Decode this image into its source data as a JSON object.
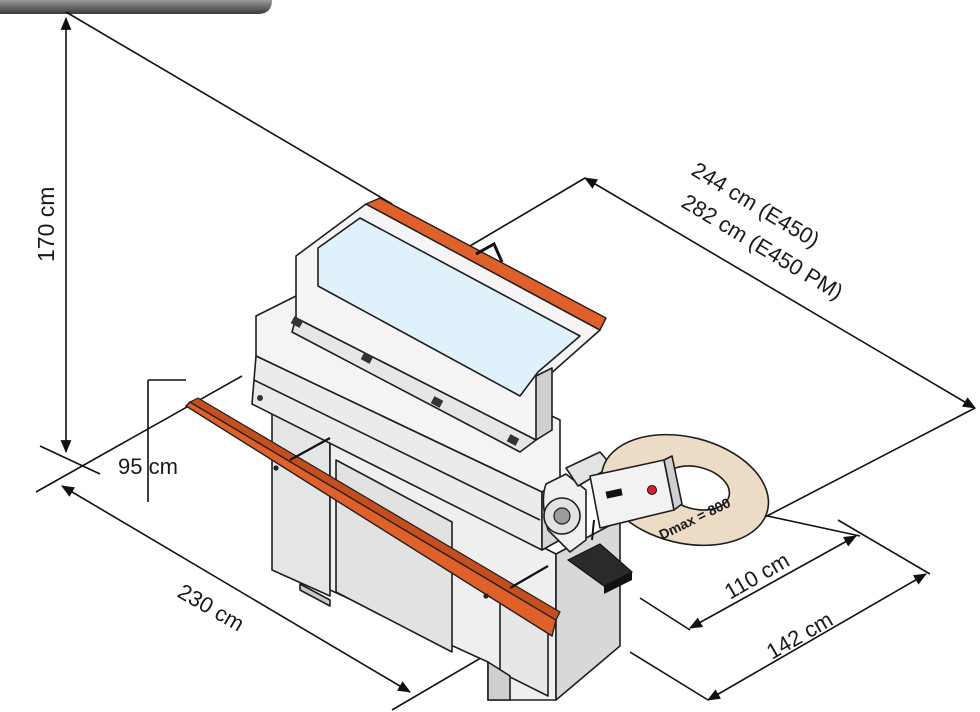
{
  "dimensions": {
    "height": "170 cm",
    "length_line1": "244 cm (E450)",
    "length_line2": "282 cm (E450 PM)",
    "table_height": "95 cm",
    "depth": "230 cm",
    "width_110": "110 cm",
    "width_142": "142 cm"
  },
  "reel_label": "Dmax = 800",
  "colors": {
    "accent_orange": "#e0602a",
    "glass": "#dff1fb",
    "body": "#f1f1f2",
    "shadow": "#d9dadc",
    "reel": "#ecdcc6",
    "ink": "#111111"
  }
}
